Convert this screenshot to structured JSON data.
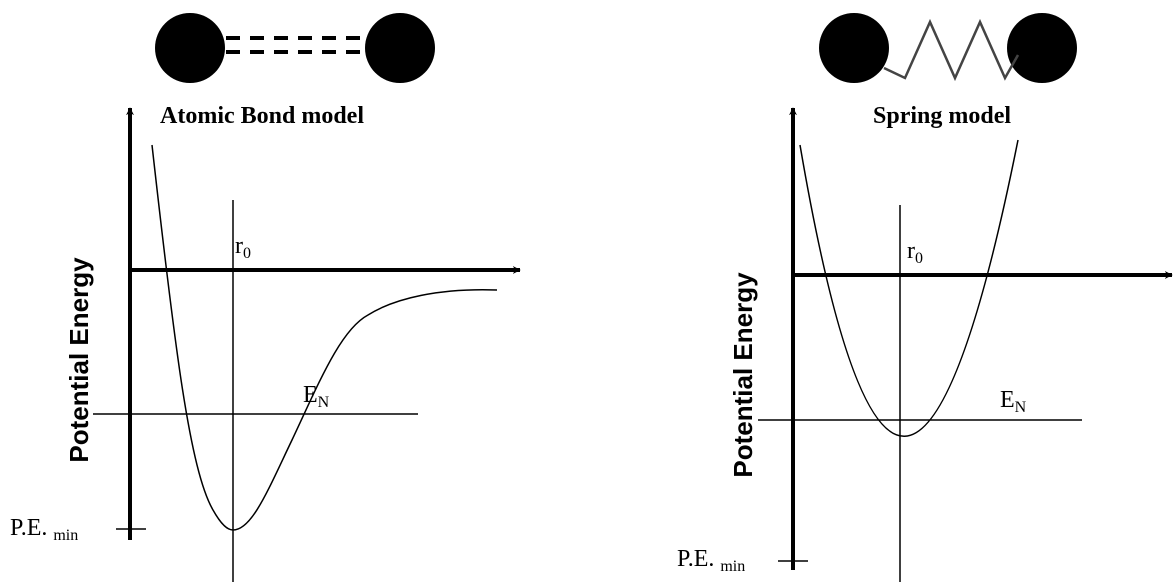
{
  "left_panel": {
    "title": "Atomic Bond model",
    "y_axis_label": "Potential Energy",
    "r0_label": {
      "main": "r",
      "sub": "0"
    },
    "en_label": {
      "main": "E",
      "sub": "N"
    },
    "pe_min_label": {
      "main": "P.E.",
      "sub": "min"
    },
    "curve_type": "Lennard-Jones-like potential well"
  },
  "right_panel": {
    "title": "Spring model",
    "y_axis_label": "Potential Energy",
    "r0_label": {
      "main": "r",
      "sub": "0"
    },
    "en_label": {
      "main": "E",
      "sub": "N"
    },
    "pe_min_label": {
      "main": "P.E.",
      "sub": "min"
    },
    "curve_type": "parabolic (harmonic) well"
  },
  "colors": {
    "ink": "#000000",
    "spring": "#444444",
    "background": "#ffffff"
  }
}
